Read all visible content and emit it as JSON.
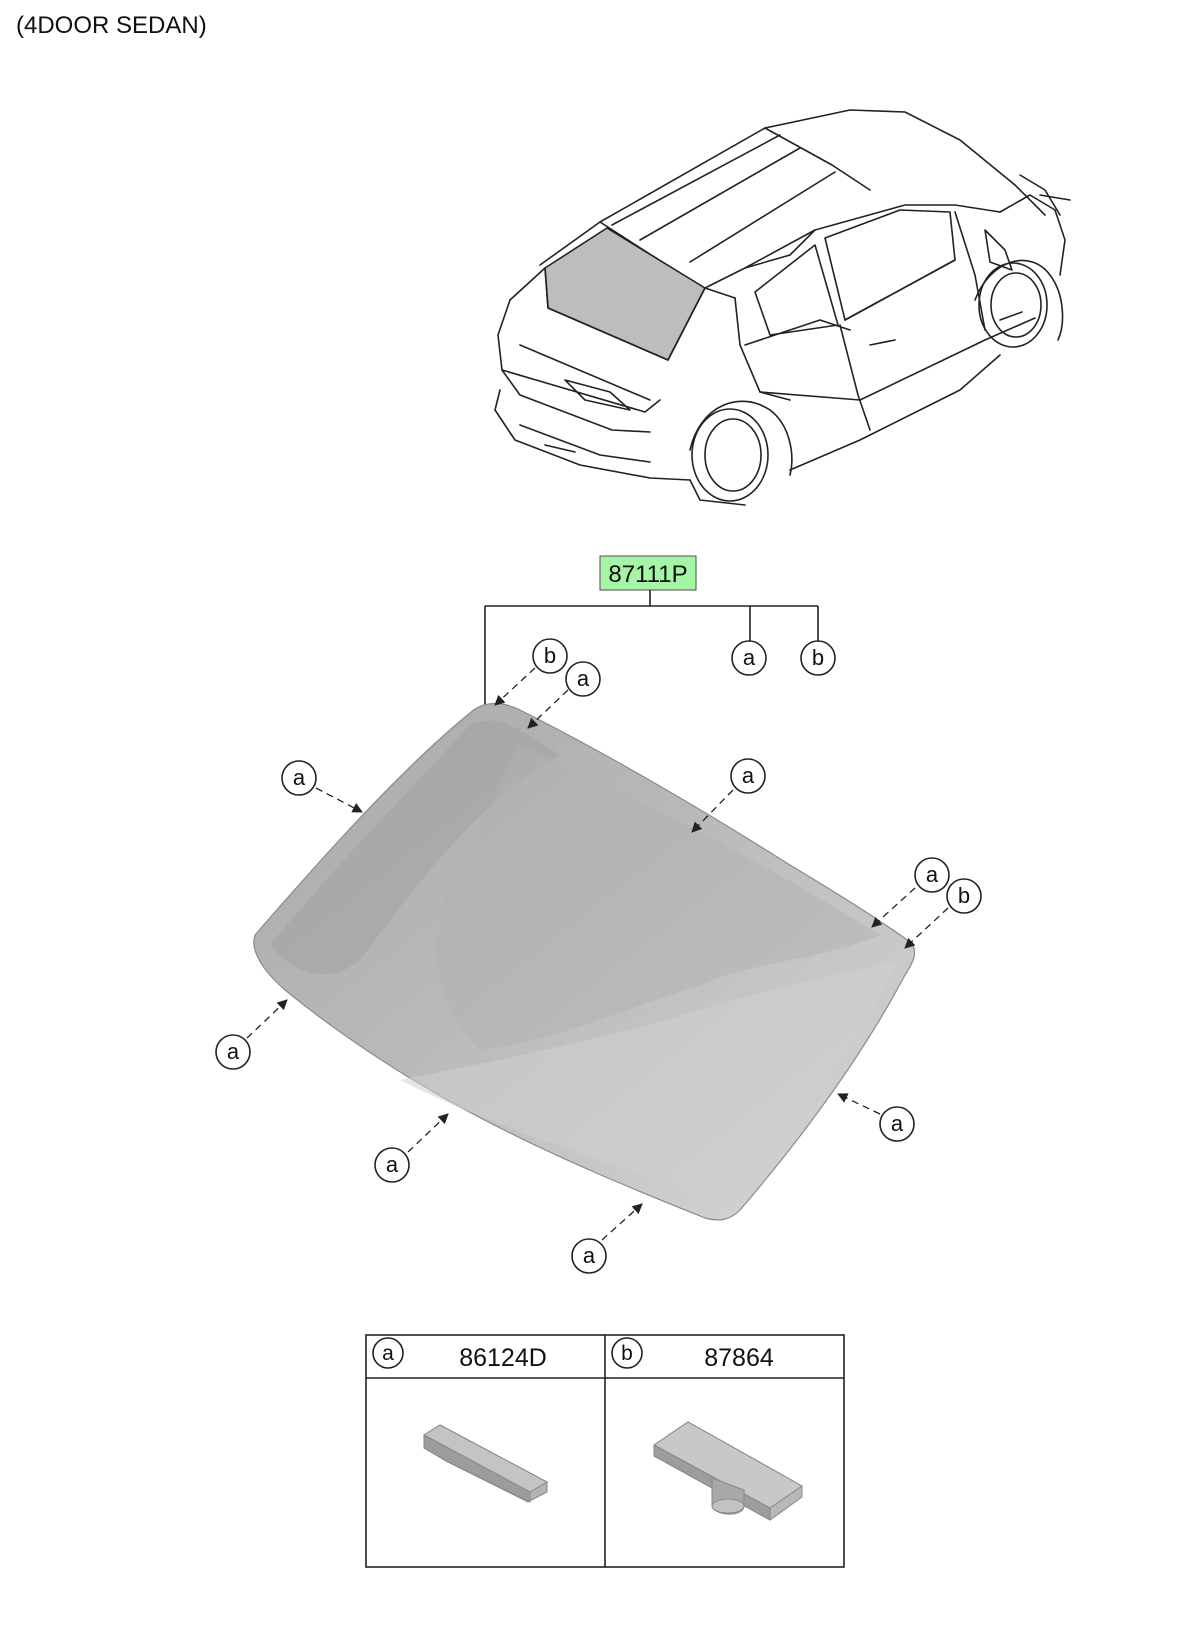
{
  "header": {
    "title": "(4DOOR SEDAN)"
  },
  "main_part": {
    "number": "87111P",
    "highlight_color": "#a6f5a6"
  },
  "callouts": {
    "a": "a",
    "b": "b"
  },
  "legend": {
    "items": [
      {
        "key": "a",
        "part_number": "86124D"
      },
      {
        "key": "b",
        "part_number": "87864"
      }
    ]
  },
  "colors": {
    "glass": "#b9b9b9",
    "glass_light": "#d3d3d3",
    "glass_dark": "#a3a3a3",
    "clip": "#b2b2b2"
  },
  "icons": {
    "vehicle": "car-rear-3-4-illustration",
    "windshield": "rear-window-glass-illustration",
    "clip_a": "molding-clip-icon",
    "clip_b": "fastener-clip-icon"
  }
}
